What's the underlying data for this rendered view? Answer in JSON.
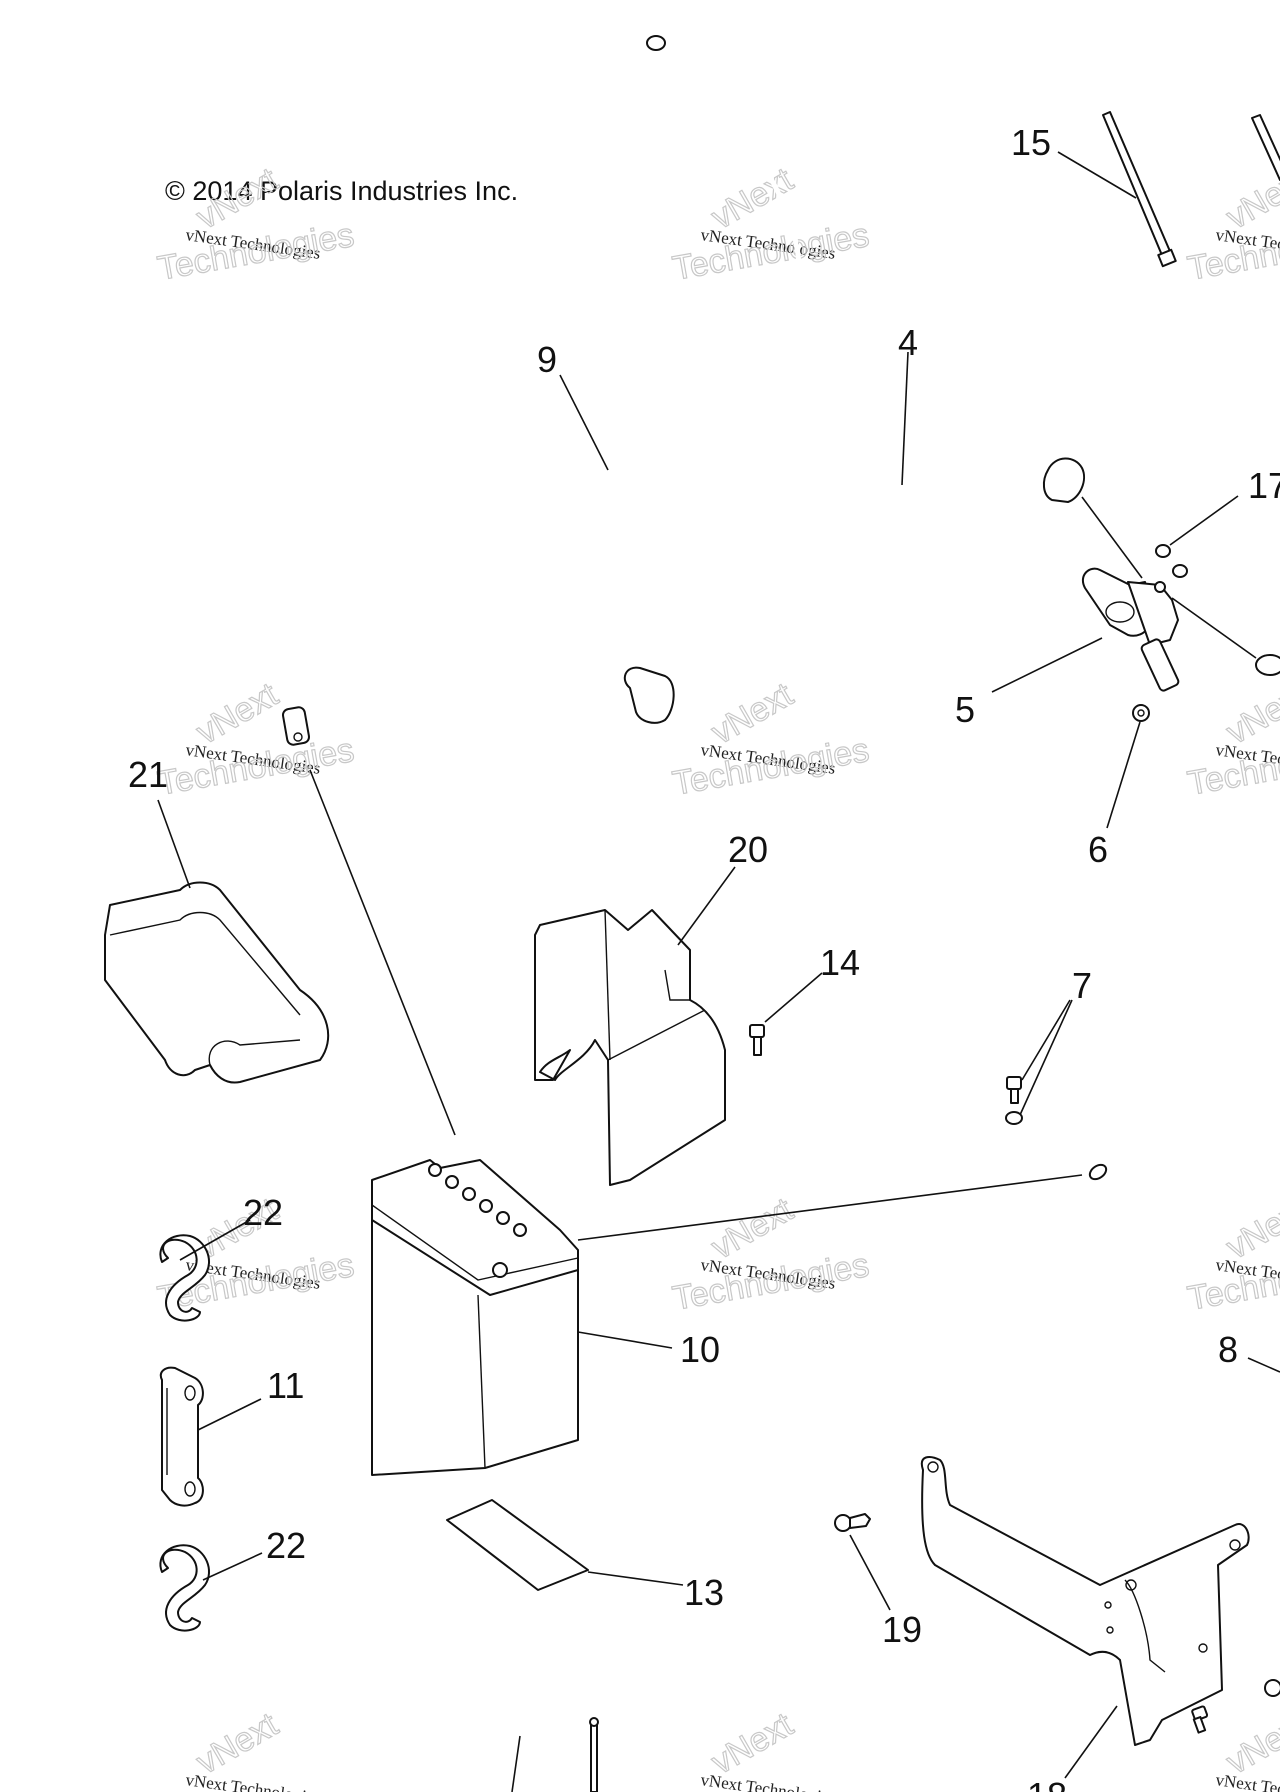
{
  "diagram": {
    "copyright": "© 2014 Polaris Industries Inc.",
    "watermark": {
      "line_small": "vNext Technologies",
      "line_big_top": "vNext",
      "line_big_bottom": "Technologies"
    },
    "callouts": {
      "c4": "4",
      "c5": "5",
      "c6": "6",
      "c7": "7",
      "c8": "8",
      "c9": "9",
      "c10": "10",
      "c11": "11",
      "c13": "13",
      "c14": "14",
      "c15": "15",
      "c17": "17",
      "c18": "18",
      "c19": "19",
      "c20": "20",
      "c21": "21",
      "c22a": "22",
      "c22b": "22"
    },
    "colors": {
      "line": "#111111",
      "watermark_outline": "#c8c8c8",
      "background": "#ffffff"
    }
  }
}
